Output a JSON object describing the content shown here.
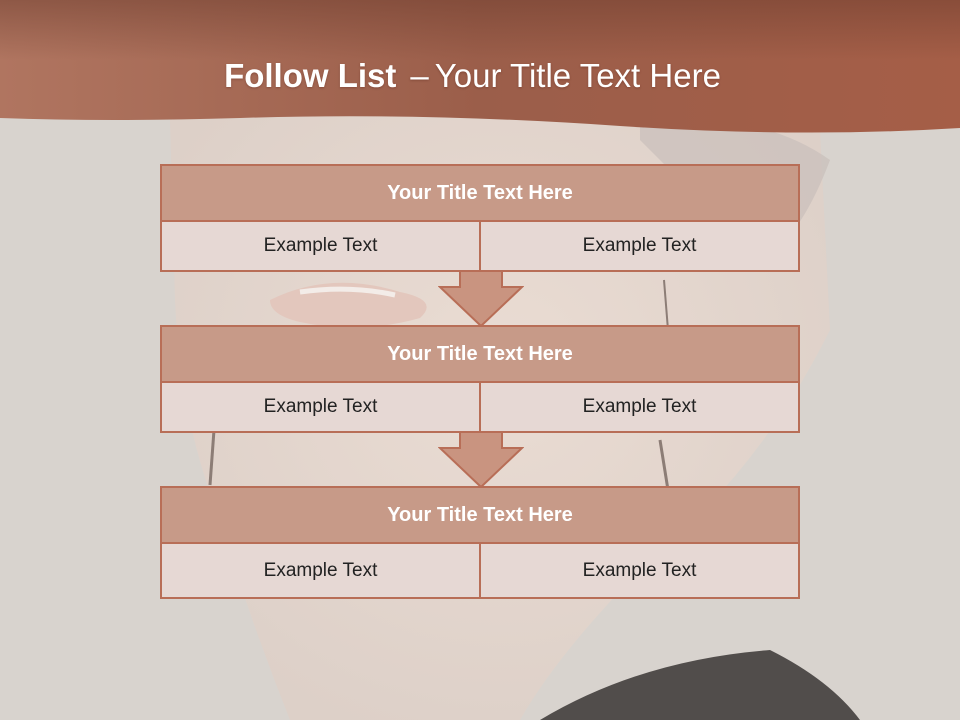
{
  "slide": {
    "title_bold": "Follow List",
    "title_dash": "–",
    "title_rest": "Your Title Text Here"
  },
  "colors": {
    "band": "#a86048",
    "block_title_fill": "#c79a88",
    "block_border": "#b86e57",
    "cell_fill": "#e6d8d4",
    "arrow_fill": "#c99480"
  },
  "blocks": [
    {
      "title": "Your Title Text Here",
      "left": "Example Text",
      "right": "Example Text"
    },
    {
      "title": "Your Title Text Here",
      "left": "Example Text",
      "right": "Example Text"
    },
    {
      "title": "Your Title Text Here",
      "left": "Example Text",
      "right": "Example Text"
    }
  ],
  "icons": {
    "connector": "down-arrow-icon"
  }
}
